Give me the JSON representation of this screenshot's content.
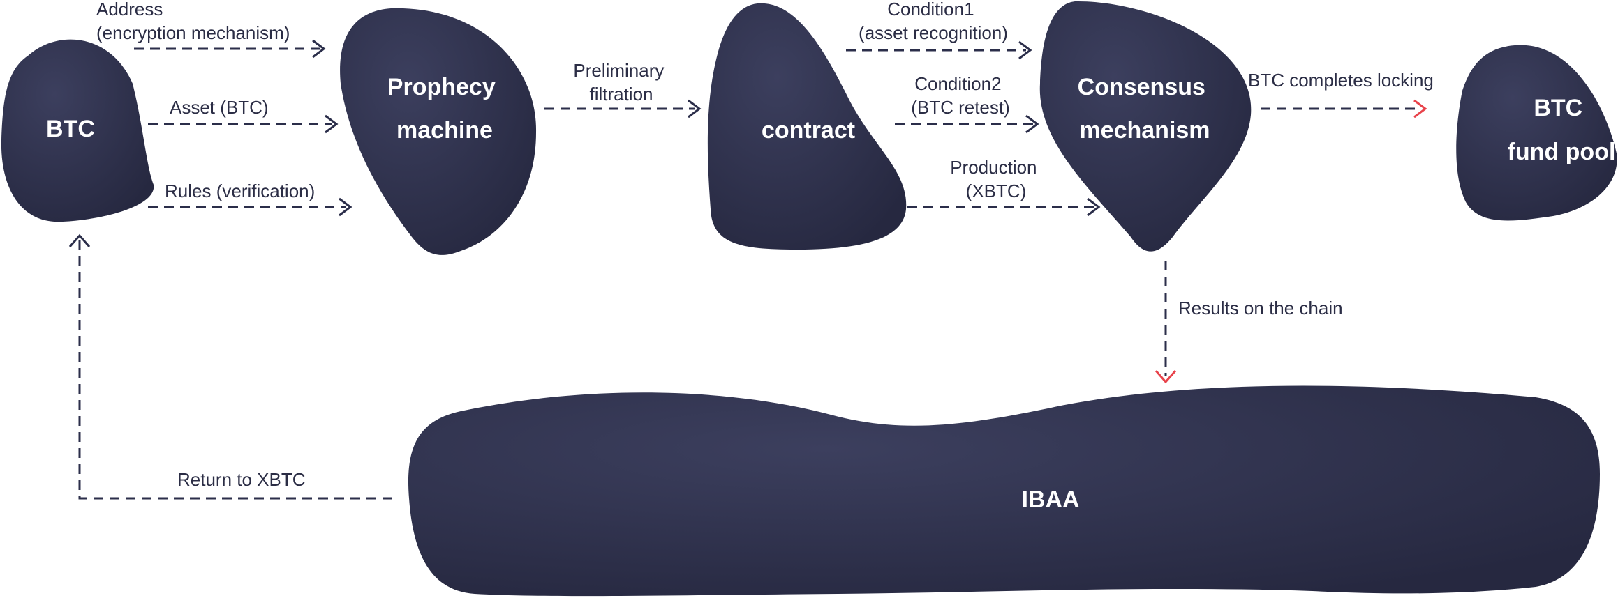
{
  "nodes": {
    "btc": [
      "BTC"
    ],
    "prophecy": [
      "Prophecy",
      "machine"
    ],
    "contract": [
      "contract"
    ],
    "consensus": [
      "Consensus",
      "mechanism"
    ],
    "fund_pool": [
      "BTC",
      "fund pool"
    ],
    "ibaa": [
      "IBAA"
    ]
  },
  "edges": {
    "address": [
      "Address",
      "(encryption mechanism)"
    ],
    "asset": [
      "Asset (BTC)"
    ],
    "rules": [
      "Rules (verification)"
    ],
    "preliminary": [
      "Preliminary",
      "filtration"
    ],
    "condition1": [
      "Condition1",
      "(asset recognition)"
    ],
    "condition2": [
      "Condition2",
      "(BTC retest)"
    ],
    "production": [
      "Production",
      "(XBTC)"
    ],
    "locking": [
      "BTC completes locking"
    ],
    "results": [
      "Results on the chain"
    ],
    "return": [
      "Return to XBTC"
    ]
  },
  "colors": {
    "node_fill": "#2b2e4a",
    "node_fill_light": "#3c3f5e",
    "arrow": "#2b2e4a",
    "accent_arrowhead": "#e8424a",
    "node_text": "#ffffff",
    "edge_text": "#2b2d45"
  }
}
